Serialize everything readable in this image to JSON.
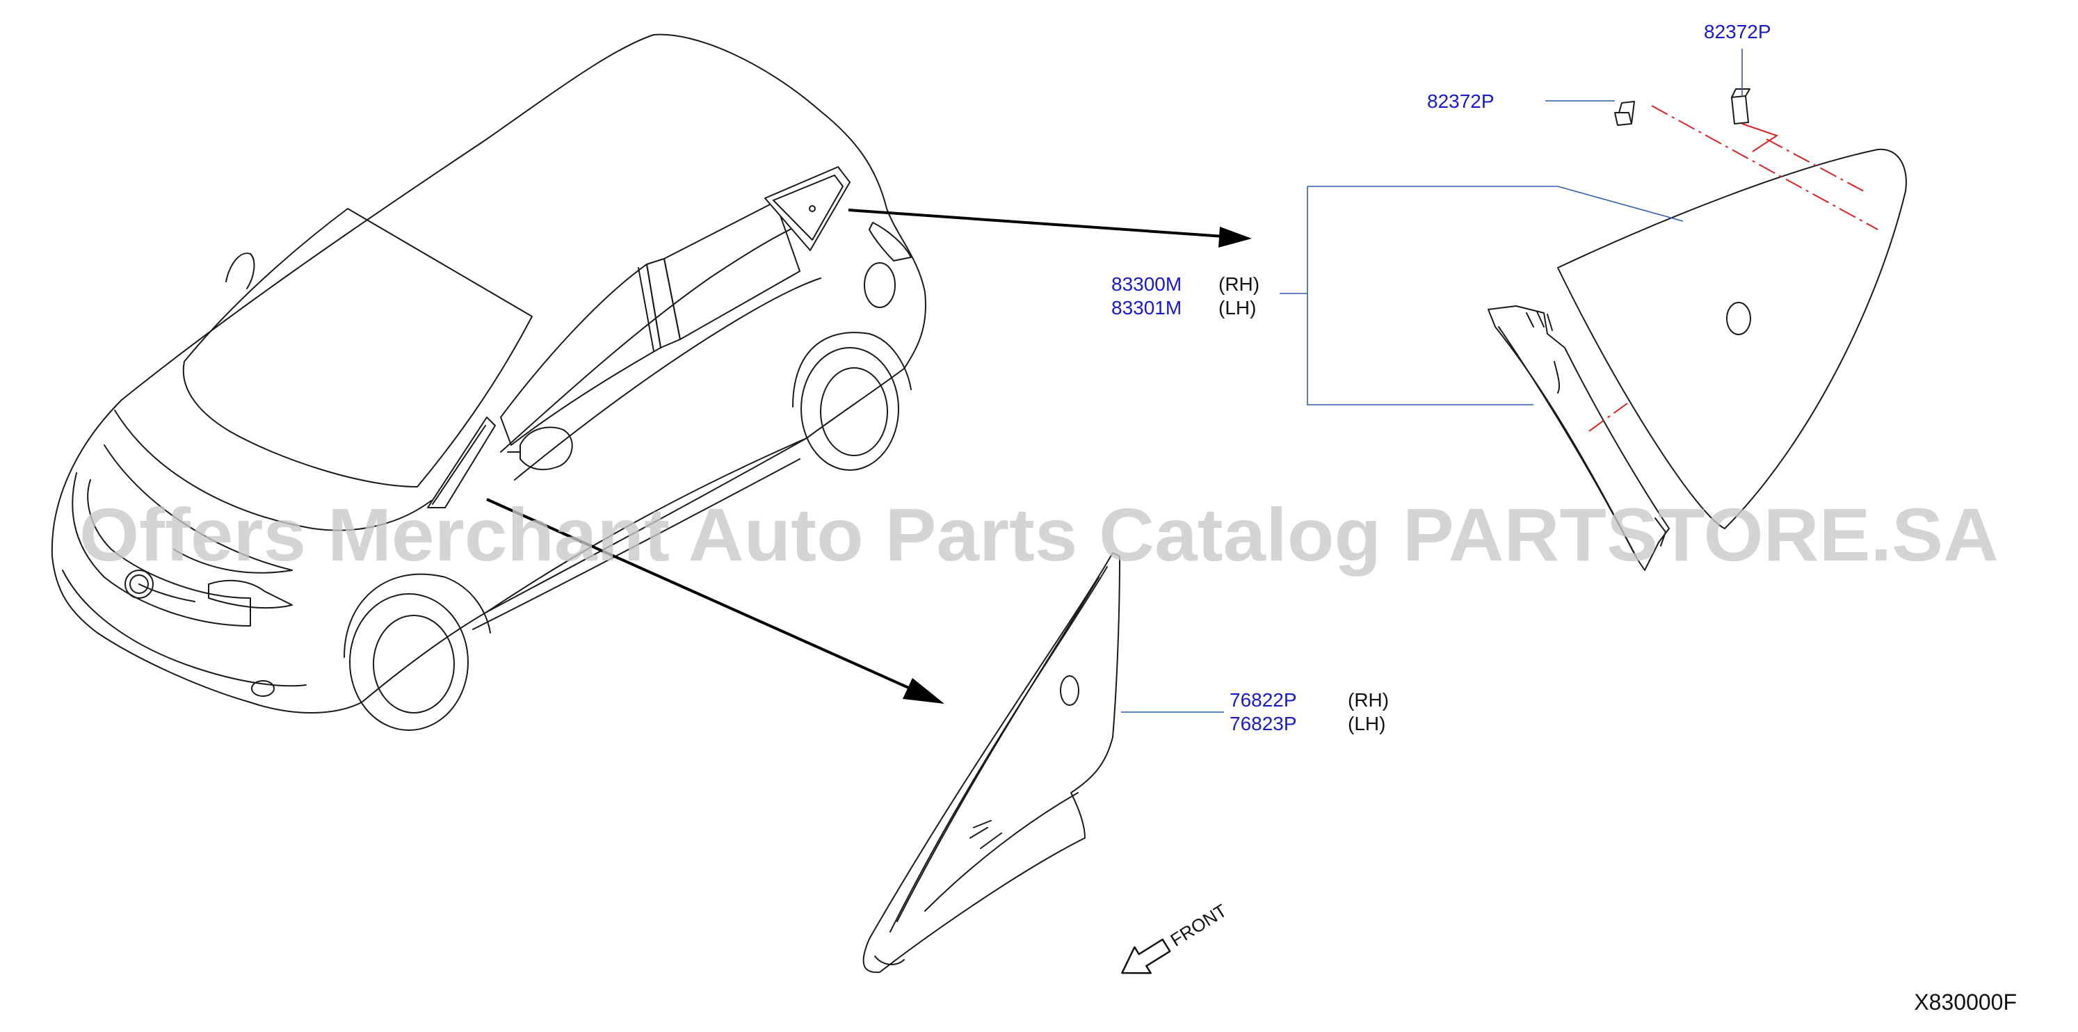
{
  "watermark": "Offers Merchant Auto Parts Catalog PARTSTORE.SA",
  "callouts": {
    "clip_top": "82372P",
    "clip_left": "82372P",
    "rear_glass_rh": "83300M",
    "rear_glass_rh_side": "(RH)",
    "rear_glass_lh": "83301M",
    "rear_glass_lh_side": "(LH)",
    "front_glass_rh": "76822P",
    "front_glass_rh_side": "(RH)",
    "front_glass_lh": "76823P",
    "front_glass_lh_side": "(LH)"
  },
  "direction_label": "FRONT",
  "diagram_code": "X830000F"
}
